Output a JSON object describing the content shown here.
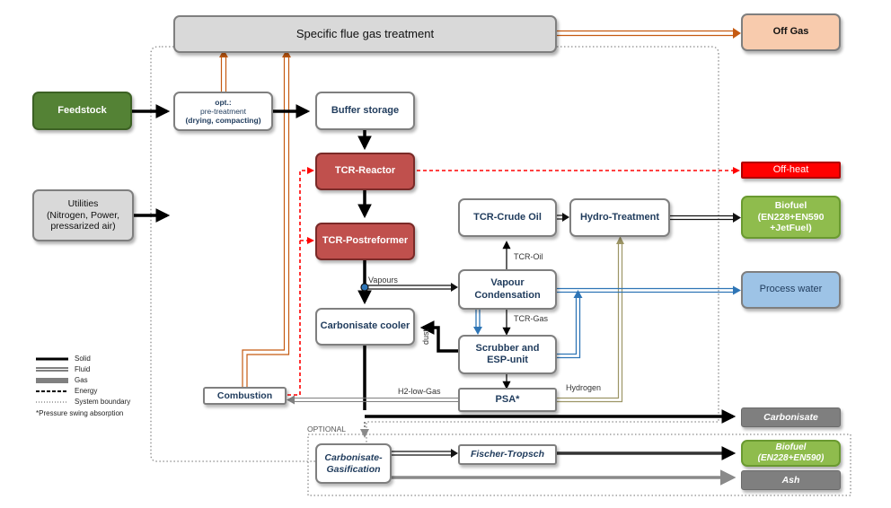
{
  "nodes": {
    "specific_flue": "Specific flue gas treatment",
    "off_gas": "Off Gas",
    "feedstock": "Feedstock",
    "pretreatment_l1": "opt.:",
    "pretreatment_l2": "pre-treatment",
    "pretreatment_l3": "(drying, compacting)",
    "buffer": "Buffer storage",
    "tcr_reactor": "TCR-Reactor",
    "off_heat": "Off-heat",
    "utilities_l1": "Utilities",
    "utilities_l2": "(Nitrogen, Power,",
    "utilities_l3": "pressarized air)",
    "tcr_postreformer": "TCR-Postreformer",
    "tcr_crude_oil": "TCR-Crude Oil",
    "hydro_treatment": "Hydro-Treatment",
    "biofuel1_l1": "Biofuel",
    "biofuel1_l2": "(EN228+EN590",
    "biofuel1_l3": "+JetFuel)",
    "vapour_l1": "Vapour",
    "vapour_l2": "Condensation",
    "process_water": "Process water",
    "carbonisate_cooler": "Carbonisate cooler",
    "scrubber_l1": "Scrubber and",
    "scrubber_l2": "ESP-unit",
    "combustion": "Combustion",
    "psa": "PSA*",
    "carbonisate": "Carbonisate",
    "gasification_l1": "Carbonisate-",
    "gasification_l2": "Gasification",
    "fischer_tropsch": "Fischer-Tropsch",
    "biofuel2_l1": "Biofuel",
    "biofuel2_l2": "(EN228+EN590)",
    "ash": "Ash"
  },
  "labels": {
    "vapours": "Vapours",
    "tcr_oil": "TCR-Oil",
    "tcr_gas": "TCR-Gas",
    "dust": "dust",
    "h2_low_gas": "H2-low-Gas",
    "hydrogen": "Hydrogen",
    "optional": "OPTIONAL"
  },
  "legend": {
    "solid": "Solid",
    "fluid": "Fluid",
    "gas": "Gas",
    "energy": "Energy",
    "system_boundary": "System boundary",
    "footnote": "*Pressure swing absorption"
  },
  "colors": {
    "flue_gas_arrow": "#c55a11",
    "energy_arrow": "#ff0000",
    "water_arrow": "#2e75b6",
    "hydrogen_arrow": "#9c9565",
    "reactor": "#c0504d",
    "feedstock": "#548235",
    "biofuel": "#8fbc4d",
    "process_water": "#9dc3e6",
    "off_gas": "#f8cbad"
  }
}
